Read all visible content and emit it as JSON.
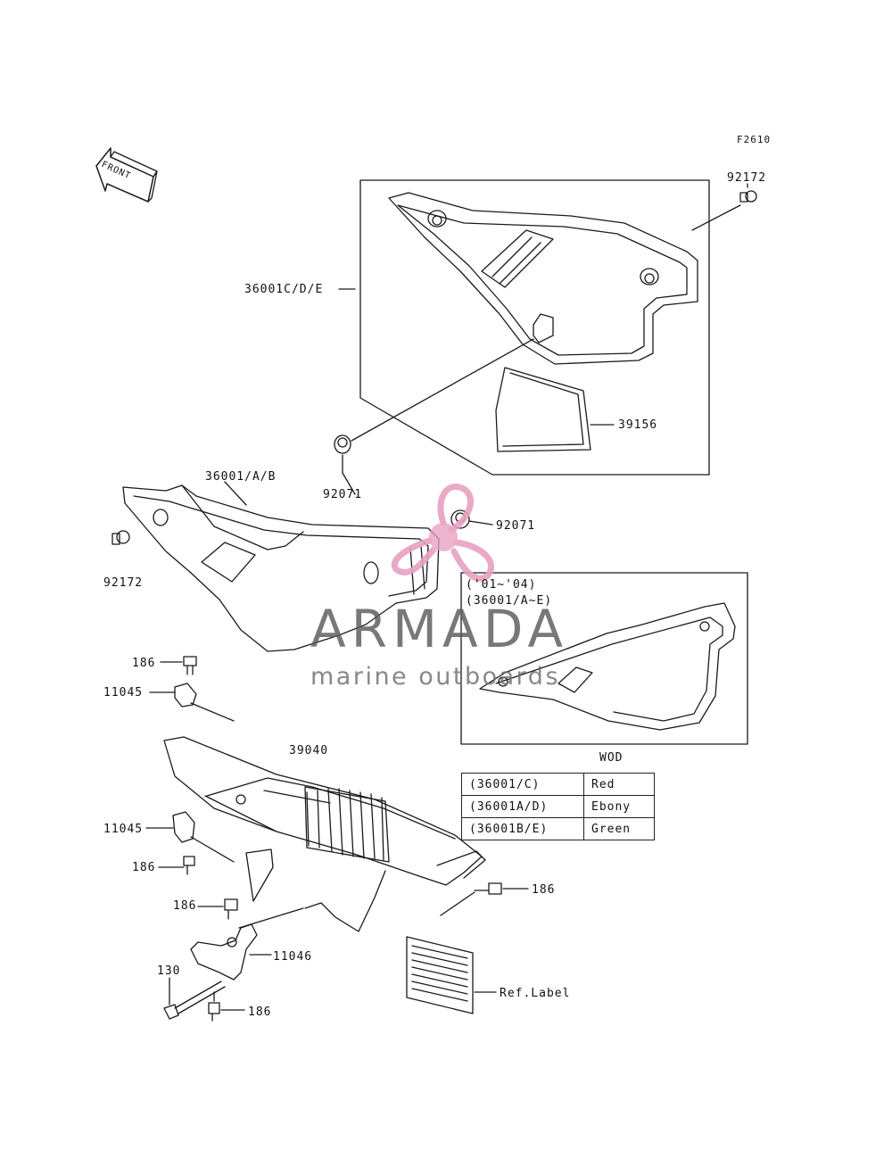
{
  "figure_code": "F2610",
  "front_label": "FRONT",
  "callouts": {
    "c92172_top": "92172",
    "c36001cde": "36001C/D/E",
    "c39156": "39156",
    "c92071_a": "92071",
    "c36001ab": "36001/A/B",
    "c92071_b": "92071",
    "c92172_left": "92172",
    "c186_a": "186",
    "c11045_a": "11045",
    "c39040": "39040",
    "c11045_b": "11045",
    "c186_b": "186",
    "c186_c": "186",
    "c186_d": "186",
    "c11046": "11046",
    "c130": "130",
    "c186_e": "186",
    "ref_label": "Ref.Label"
  },
  "inset": {
    "years": "('01~'04)",
    "parts": "(36001/A~E)"
  },
  "wod": {
    "title": "WOD",
    "rows": [
      {
        "code": "(36001/C)",
        "color": "Red"
      },
      {
        "code": "(36001A/D)",
        "color": "Ebony"
      },
      {
        "code": "(36001B/E)",
        "color": "Green"
      }
    ]
  },
  "watermark": {
    "brand": "ARMADA",
    "tagline": "marine outboards",
    "accent_color": "#e8a0c0"
  }
}
